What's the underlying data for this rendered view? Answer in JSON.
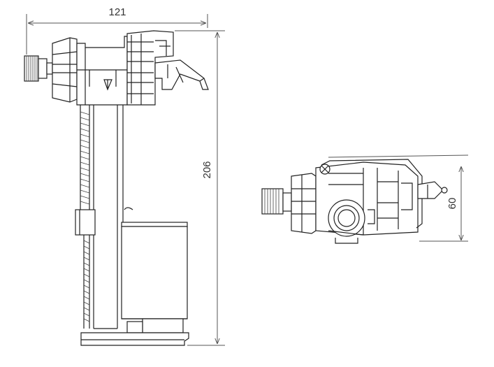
{
  "dimensions": {
    "width_label": "121",
    "height_label": "206",
    "top_view_height_label": "60"
  }
}
